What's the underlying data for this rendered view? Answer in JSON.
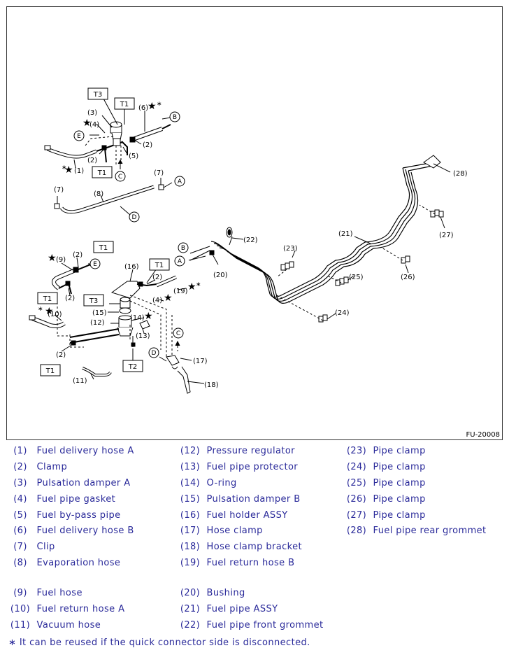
{
  "figure": {
    "code": "FU-20008",
    "callouts": {
      "t3_top": "T3",
      "t1_top": "T1",
      "t1_mid": "T1",
      "c3_top": "(3)",
      "c4_top": "(4)",
      "c6_top": "(6)",
      "c2_top_r": "(2)",
      "c2_top_l": "(2)",
      "c5_top": "(5)",
      "c1_top": "(1)",
      "c7_left": "(7)",
      "c7_right": "(7)",
      "c8": "(8)",
      "lb_B_top": "B",
      "lb_E_top": "E",
      "lb_C_top": "C",
      "lb_A_top": "A",
      "lb_D_top": "D",
      "c22": "(22)",
      "c23": "(23)",
      "c21": "(21)",
      "c20": "(20)",
      "c25": "(25)",
      "c24": "(24)",
      "c26": "(26)",
      "c27": "(27)",
      "c28": "(28)",
      "lb_B_mid": "B",
      "lb_A_mid": "A",
      "c9": "(9)",
      "c2_a": "(2)",
      "t1_b": "T1",
      "lb_E_bot": "E",
      "c16": "(16)",
      "t1_c": "T1",
      "c2_b": "(2)",
      "c19": "(19)",
      "t1_d": "T1",
      "c2_c": "(2)",
      "t3_b": "T3",
      "c4_b": "(4)",
      "c15": "(15)",
      "c10": "(10)",
      "c12": "(12)",
      "c14": "(14)",
      "c13": "(13)",
      "lb_C_bot": "C",
      "c2_d": "(2)",
      "lb_D_bot": "D",
      "c17": "(17)",
      "t1_e": "T1",
      "t2": "T2",
      "c11": "(11)",
      "c18": "(18)"
    }
  },
  "legend": {
    "col1": [
      {
        "num": "(1)",
        "label": "Fuel delivery hose A"
      },
      {
        "num": "(2)",
        "label": "Clamp"
      },
      {
        "num": "(3)",
        "label": "Pulsation damper A"
      },
      {
        "num": "(4)",
        "label": "Fuel pipe gasket"
      },
      {
        "num": "(5)",
        "label": "Fuel by-pass pipe"
      },
      {
        "num": "(6)",
        "label": "Fuel delivery hose B"
      },
      {
        "num": "(7)",
        "label": "Clip"
      },
      {
        "num": "(8)",
        "label": "Evaporation hose"
      },
      {
        "num": "(9)",
        "label": "Fuel hose"
      },
      {
        "num": "(10)",
        "label": "Fuel return hose A"
      },
      {
        "num": "(11)",
        "label": "Vacuum hose"
      }
    ],
    "col2": [
      {
        "num": "(12)",
        "label": "Pressure regulator"
      },
      {
        "num": "(13)",
        "label": "Fuel pipe protector"
      },
      {
        "num": "(14)",
        "label": "O-ring"
      },
      {
        "num": "(15)",
        "label": "Pulsation damper B"
      },
      {
        "num": "(16)",
        "label": "Fuel holder ASSY"
      },
      {
        "num": "(17)",
        "label": "Hose clamp"
      },
      {
        "num": "(18)",
        "label": "Hose clamp bracket"
      },
      {
        "num": "(19)",
        "label": "Fuel return hose B"
      },
      {
        "num": "(20)",
        "label": "Bushing"
      },
      {
        "num": "(21)",
        "label": "Fuel pipe ASSY"
      },
      {
        "num": "(22)",
        "label": "Fuel pipe front grommet"
      }
    ],
    "col3": [
      {
        "num": "(23)",
        "label": "Pipe clamp"
      },
      {
        "num": "(24)",
        "label": "Pipe clamp"
      },
      {
        "num": "(25)",
        "label": "Pipe clamp"
      },
      {
        "num": "(26)",
        "label": "Pipe clamp"
      },
      {
        "num": "(27)",
        "label": "Pipe clamp"
      },
      {
        "num": "(28)",
        "label": "Fuel pipe rear grommet"
      }
    ]
  },
  "note": "∗ It can be reused if the quick connector side is disconnected."
}
